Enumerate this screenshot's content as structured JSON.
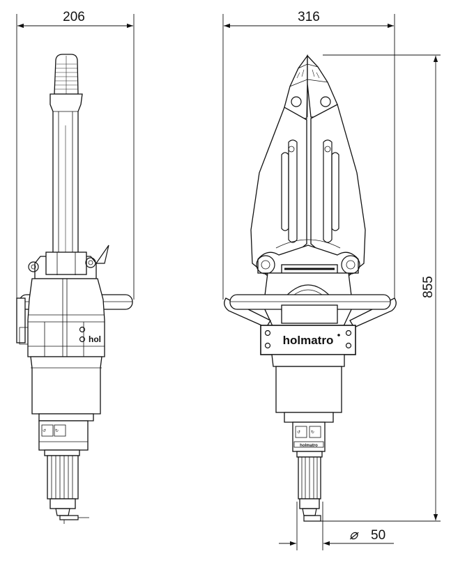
{
  "dimensions": {
    "width_side": "206",
    "width_front": "316",
    "height_total": "855",
    "diameter_symbol": "⌀",
    "diameter_value": "50"
  },
  "brand": {
    "front_plate": "holmatro",
    "front_grip": "holmatro",
    "side_plate": "hol"
  },
  "colors": {
    "line": "#111111",
    "background": "#ffffff"
  }
}
